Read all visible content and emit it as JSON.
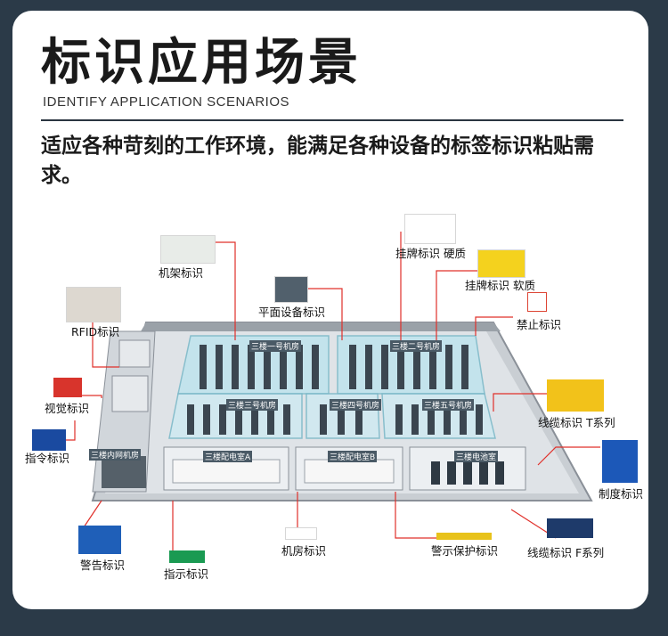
{
  "header": {
    "title": "标识应用场景",
    "subtitle": "IDENTIFY APPLICATION SCENARIOS",
    "description": "适应各种苛刻的工作环境，能满足各种设备的标签标识粘贴需求。"
  },
  "rooms": {
    "r1": "三楼一号机房",
    "r2": "三楼二号机房",
    "r3": "三楼三号机房",
    "r4": "三楼四号机房",
    "r5": "三楼五号机房",
    "r6": "三楼内网机房",
    "r7": "三楼配电室A",
    "r8": "三楼配电室B",
    "r9": "三楼电池室"
  },
  "labels": {
    "rack": "机架标识",
    "flat": "平面设备标识",
    "hang_hard": "挂牌标识  硬质",
    "hang_soft": "挂牌标识  软质",
    "forbid": "禁止标识",
    "rfid": "RFID标识",
    "visual": "视觉标识",
    "command": "指令标识",
    "cable_t": "线缆标识  T系列",
    "system": "制度标识",
    "warning": "警告标识",
    "indicate": "指示标识",
    "room": "机房标识",
    "guard": "警示保护标识",
    "cable_f": "线缆标识  F系列"
  },
  "colors": {
    "background": "#2b3a48",
    "callout_line": "#e0302a",
    "floor": "#d9dde1",
    "glass": "#bfe4ee"
  }
}
